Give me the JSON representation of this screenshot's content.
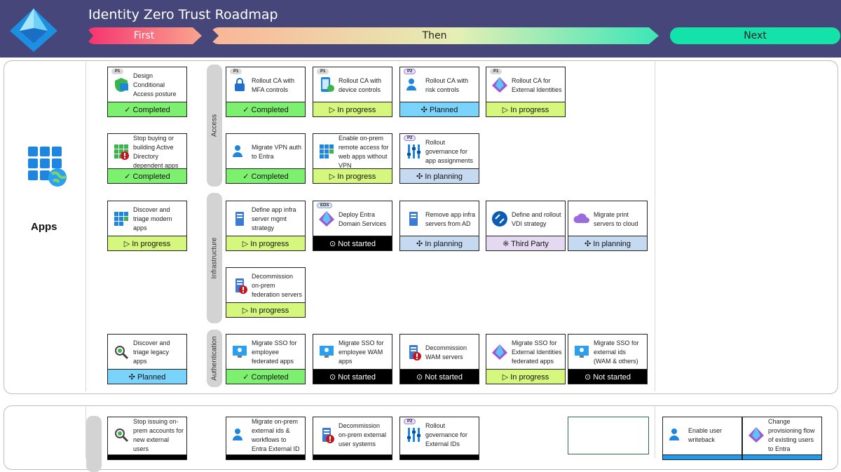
{
  "header": {
    "title": "Identity Zero Trust Roadmap",
    "phases": {
      "first": "First",
      "then": "Then",
      "next": "Next"
    },
    "colors": {
      "background": "#46467a",
      "first": "#f5326e",
      "next": "#14e3a9"
    }
  },
  "sections": {
    "apps": {
      "label": "Apps",
      "icon": "apps-grid-globe-icon"
    },
    "groups": {
      "access": "Access",
      "infrastructure": "Infrastructure",
      "authentication": "Authentication"
    }
  },
  "status_colors": {
    "Completed": "#7ef06f",
    "In progress": "#d6f77d",
    "Planned": "#79d3fb",
    "In planning": "#c5daf0",
    "Not started": "#000000",
    "Third Party": "#e5d8f1"
  },
  "cards": [
    {
      "id": "c1",
      "title": "Design Conditional Access posture",
      "badge": "P1",
      "status": "✓ Completed",
      "icon": "shield-list-icon"
    },
    {
      "id": "c2",
      "title": "Rollout CA with MFA controls",
      "badge": "P1",
      "status": "✓ Completed",
      "icon": "lock-icon"
    },
    {
      "id": "c3",
      "title": "Rollout CA with device controls",
      "badge": "P1",
      "status": "▷ In progress",
      "icon": "device-check-icon"
    },
    {
      "id": "c4",
      "title": "Rollout CA with risk controls",
      "badge": "P2",
      "status": "✣ Planned",
      "icon": "user-shield-icon"
    },
    {
      "id": "c5",
      "title": "Rollout CA for External Identities",
      "badge": "P1",
      "status": "▷ In progress",
      "icon": "entra-external-icon"
    },
    {
      "id": "c6",
      "title": "Stop buying or building Active Directory dependent apps",
      "badge": "",
      "status": "✓ Completed",
      "icon": "app-alert-icon"
    },
    {
      "id": "c7",
      "title": "Migrate VPN auth to Entra",
      "badge": "",
      "status": "✓ Completed",
      "icon": "vpn-users-icon"
    },
    {
      "id": "c8",
      "title": "Enable on-prem remote access for web apps without VPN",
      "badge": "",
      "status": "▷ In progress",
      "icon": "app-proxy-icon"
    },
    {
      "id": "c9",
      "title": "Rollout governance for app assignments",
      "badge": "P2",
      "status": "✣ In planning",
      "icon": "governance-sliders-icon"
    },
    {
      "id": "c10",
      "title": "Discover and triage modern apps",
      "badge": "",
      "status": "▷ In progress",
      "icon": "app-grid-icon"
    },
    {
      "id": "c11",
      "title": "Define app infra server mgmt strategy",
      "badge": "",
      "status": "▷ In progress",
      "icon": "server-doc-icon"
    },
    {
      "id": "c12",
      "title": "Deploy Entra Domain Services",
      "badge": "EDS",
      "status": "⊙ Not started",
      "icon": "entra-domain-icon"
    },
    {
      "id": "c13",
      "title": "Remove app infra servers from AD",
      "badge": "",
      "status": "✣ In planning",
      "icon": "server-remove-icon"
    },
    {
      "id": "c14",
      "title": "Define and rollout VDI strategy",
      "badge": "",
      "status": "※ Third Party",
      "icon": "vdi-icon"
    },
    {
      "id": "c15",
      "title": "Migrate print servers to cloud",
      "badge": "",
      "status": "✣ In planning",
      "icon": "cloud-print-icon"
    },
    {
      "id": "c16",
      "title": "Decommission on-prem federation servers",
      "badge": "",
      "status": "▷ In progress",
      "icon": "server-alert-icon"
    },
    {
      "id": "c17",
      "title": "Discover and triage legacy apps",
      "badge": "",
      "status": "✣ Planned",
      "icon": "search-apps-icon"
    },
    {
      "id": "c18",
      "title": "Migrate SSO for employee federated apps",
      "badge": "",
      "status": "✓ Completed",
      "icon": "sso-doc-icon"
    },
    {
      "id": "c19",
      "title": "Migrate SSO for employee WAM apps",
      "badge": "",
      "status": "⊙ Not started",
      "icon": "monitor-user-icon"
    },
    {
      "id": "c20",
      "title": "Decommission WAM servers",
      "badge": "",
      "status": "⊙ Not started",
      "icon": "server-alert-icon"
    },
    {
      "id": "c21",
      "title": "Migrate SSO for External Identities federated apps",
      "badge": "",
      "status": "▷ In progress",
      "icon": "entra-external-icon"
    },
    {
      "id": "c22",
      "title": "Migrate SSO for external ids (WAM & others)",
      "badge": "",
      "status": "⊙ Not started",
      "icon": "monitor-user-icon"
    },
    {
      "id": "c23",
      "title": "Stop issuing on-prem accounts for new external users",
      "badge": "",
      "status": "",
      "icon": "search-user-icon"
    },
    {
      "id": "c24",
      "title": "Migrate on-prem external ids & workflows to Entra External ID",
      "badge": "",
      "status": "",
      "icon": "users-flow-icon"
    },
    {
      "id": "c25",
      "title": "Decommission on-prem external user systems",
      "badge": "",
      "status": "",
      "icon": "server-alert-icon"
    },
    {
      "id": "c26",
      "title": "Rollout governance for External IDs",
      "badge": "P2",
      "status": "",
      "icon": "governance-sliders-icon"
    },
    {
      "id": "c27",
      "title": "Enable user writeback",
      "badge": "",
      "status": "",
      "icon": "users-sync-icon"
    },
    {
      "id": "c28",
      "title": "Change provisioning flow of existing users  to Entra",
      "badge": "",
      "status": "",
      "icon": "entra-sync-icon"
    }
  ]
}
